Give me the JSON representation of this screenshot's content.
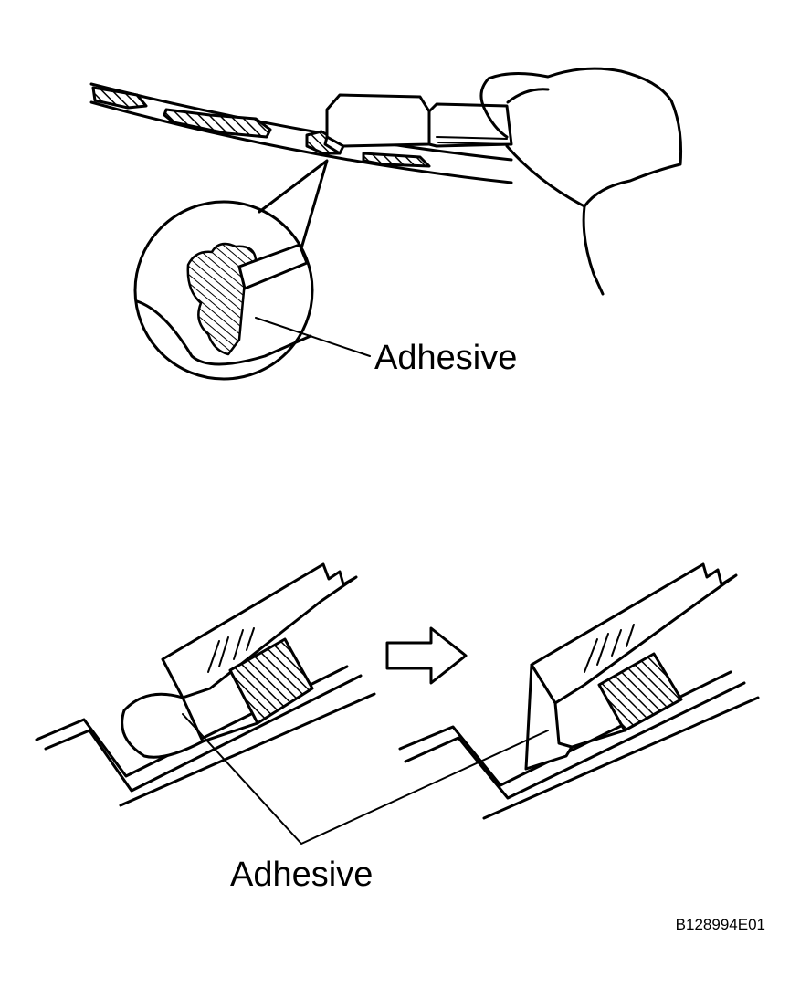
{
  "labels": {
    "top_callout": "Adhesive",
    "bottom_callout": "Adhesive",
    "figure_code": "B128994E01"
  },
  "icons": {
    "transition_arrow": "right-arrow-icon"
  }
}
